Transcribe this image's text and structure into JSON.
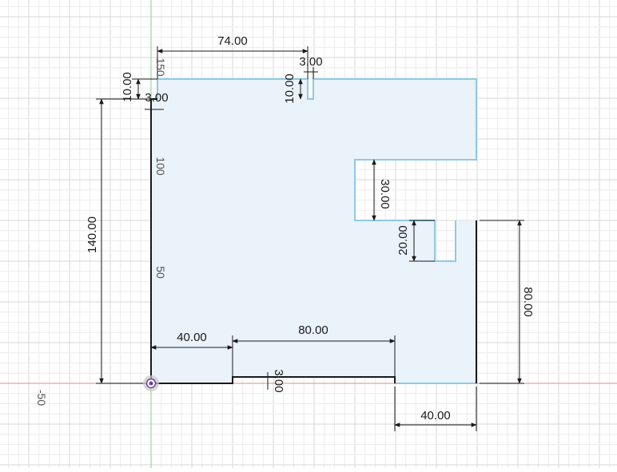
{
  "colors": {
    "background": "#ffffff",
    "grid_minor": "#ececec",
    "grid_major": "#d7d7d7",
    "x_axis": "#e8a0a0",
    "y_axis": "#9ad99a",
    "profile_fill": "#eaf2fa",
    "profile_edge_selected": "#8ecae6",
    "profile_edge_constrained": "#1a1a1a",
    "dimension_line": "#1a1a1a",
    "origin_point": "#6b3fa0"
  },
  "axis_ticks": {
    "y_150": "150",
    "y_100": "100",
    "y_50": "50",
    "x_minus_50": "-50"
  },
  "dimensions": {
    "top_offset_74": "74.00",
    "top_slot_width": "3.00",
    "top_slot_depth": "10.00",
    "left_step_height": "10.00",
    "left_step_width": "3.00",
    "overall_height": "140.00",
    "notch_height": "30.00",
    "small_slot_height": "20.00",
    "right_height": "80.00",
    "bottom_left_width": "40.00",
    "bottom_middle_width": "80.00",
    "bottom_step_height": "3.00",
    "bottom_right_width": "40.00"
  },
  "icons": {
    "origin": "origin-point-icon"
  }
}
